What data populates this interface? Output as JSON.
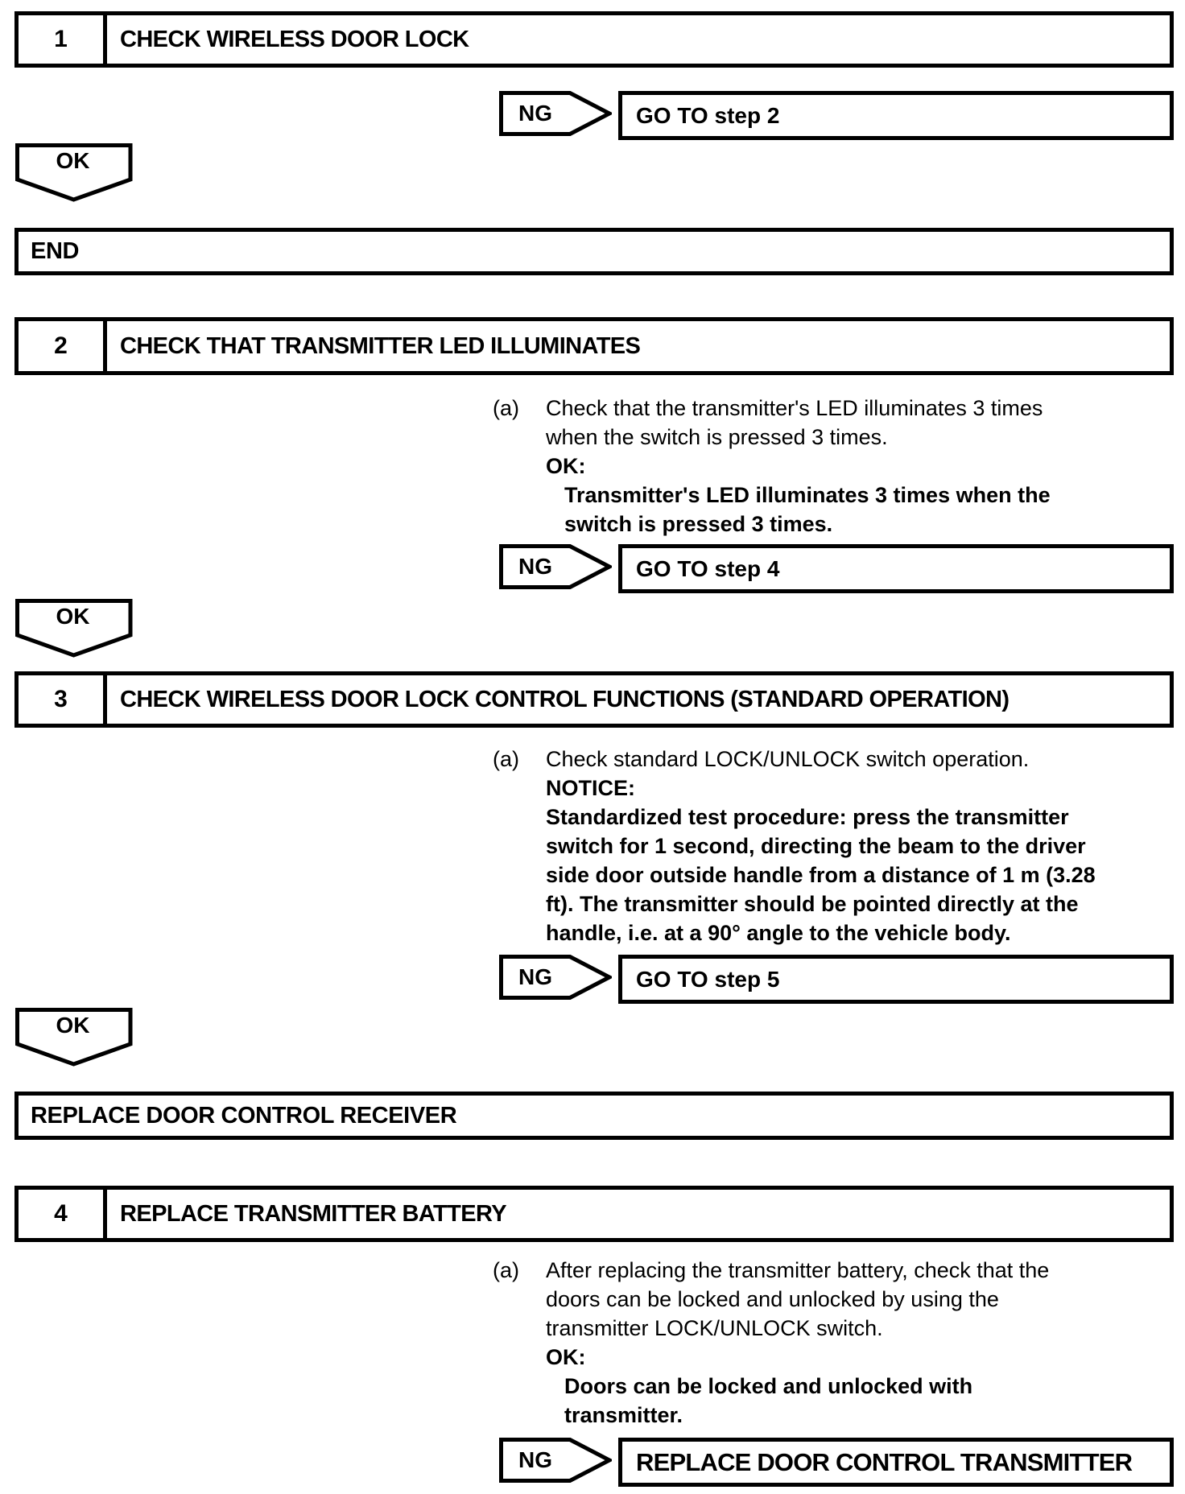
{
  "page": {
    "background": "#ffffff",
    "ink": "#000000"
  },
  "flow": {
    "step1": {
      "number": "1",
      "title": "CHECK WIRELESS DOOR LOCK",
      "ng": {
        "label": "NG",
        "result": "GO TO step 2"
      },
      "ok": {
        "label": "OK"
      }
    },
    "end": {
      "label": "END"
    },
    "step2": {
      "number": "2",
      "title": "CHECK THAT TRANSMITTER LED ILLUMINATES",
      "marker": "(a)",
      "lines": [
        "Check that the transmitter's LED illuminates 3 times",
        "when the switch is pressed 3 times.",
        "OK:",
        "Transmitter's LED illuminates 3 times when the",
        "switch is pressed 3 times."
      ],
      "ng": {
        "label": "NG",
        "result": "GO TO step 4"
      },
      "ok": {
        "label": "OK"
      }
    },
    "step3": {
      "number": "3",
      "title": "CHECK WIRELESS DOOR LOCK CONTROL FUNCTIONS (STANDARD OPERATION)",
      "marker": "(a)",
      "lines": [
        "Check standard LOCK/UNLOCK switch operation.",
        "NOTICE:",
        "Standardized test procedure: press the transmitter",
        "switch for 1 second, directing the beam to the driver",
        "side door outside handle from a distance of 1 m (3.28",
        "ft). The transmitter should be pointed directly at the",
        "handle, i.e. at a 90° angle to the vehicle body."
      ],
      "ng": {
        "label": "NG",
        "result": "GO TO step 5"
      },
      "ok": {
        "label": "OK"
      },
      "result": "REPLACE DOOR CONTROL RECEIVER"
    },
    "step4": {
      "number": "4",
      "title": "REPLACE TRANSMITTER BATTERY",
      "marker": "(a)",
      "lines": [
        "After replacing the transmitter battery, check that the",
        "doors can be locked and unlocked by using the",
        "transmitter LOCK/UNLOCK switch.",
        "OK:",
        "Doors can be locked and unlocked with",
        "transmitter."
      ],
      "ng": {
        "label": "NG",
        "result": "REPLACE DOOR CONTROL TRANSMITTER"
      }
    }
  }
}
